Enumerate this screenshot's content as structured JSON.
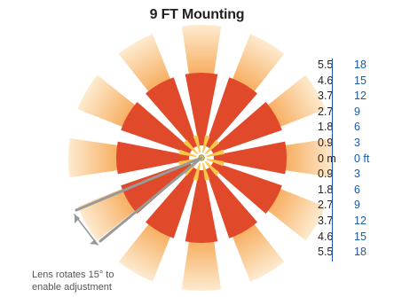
{
  "title": "9 FT Mounting",
  "scale": {
    "meters": [
      "5.5",
      "4.6",
      "3.7",
      "2.7",
      "1.8",
      "0.9",
      "0 m",
      "0.9",
      "1.8",
      "2.7",
      "3.7",
      "4.6",
      "5.5"
    ],
    "feet": [
      "18",
      "15",
      "12",
      "9",
      "6",
      "3",
      "0 ft",
      "3",
      "6",
      "9",
      "12",
      "15",
      "18"
    ]
  },
  "lens_note": {
    "line1": "Lens rotates 15° to",
    "line2": "enable adjustment"
  },
  "colors": {
    "inner_wedge": "#e04a2a",
    "outer_beam_start": "#f39a3c",
    "outer_beam_end": "#fde8c8",
    "center_glow": "#f7c64d",
    "arrow": "#999999",
    "scale_blue": "#1a5aa8"
  },
  "pattern": {
    "beam_count": 12,
    "rotation_step_deg": 30,
    "lens_rotation_deg": 15
  }
}
